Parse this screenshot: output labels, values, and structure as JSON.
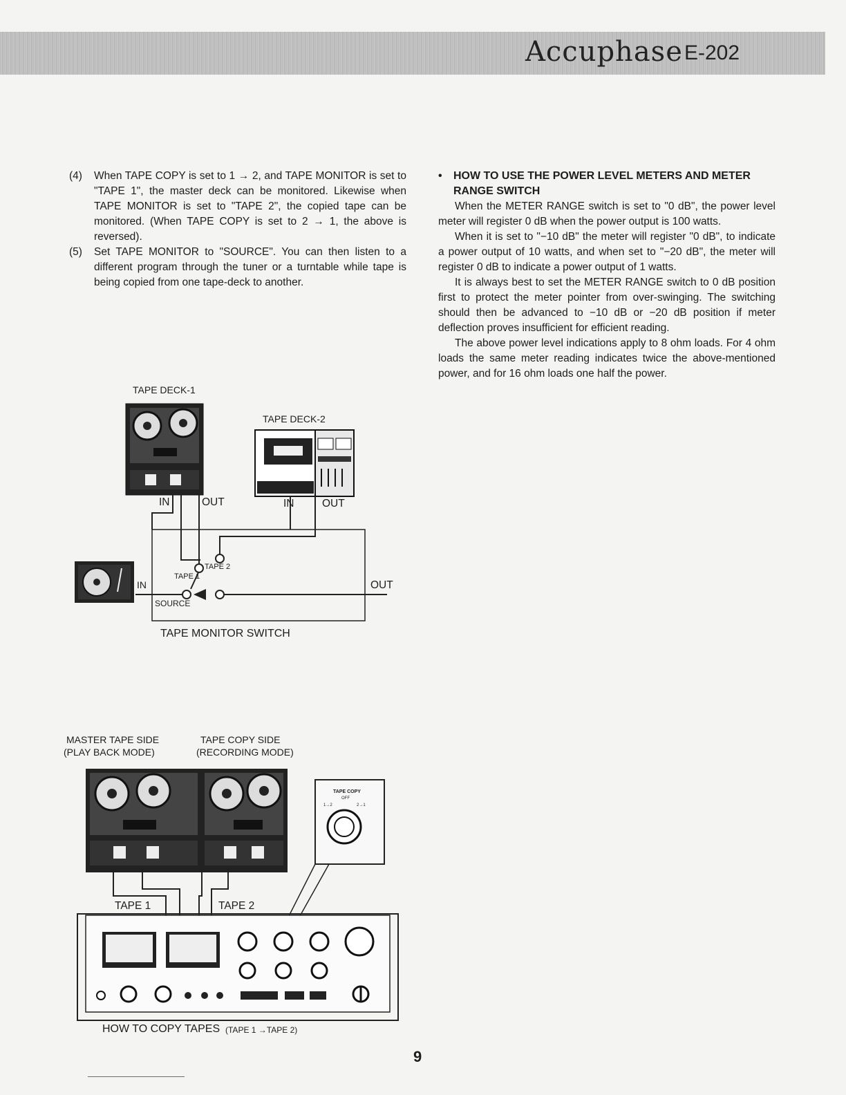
{
  "header": {
    "brand": "Accuphase",
    "model": "E-202"
  },
  "left_items": [
    {
      "num": "(4)",
      "text": "When TAPE COPY is set to 1 → 2, and TAPE MONITOR is set to \"TAPE 1\", the master deck can be monitored. Likewise when TAPE MONITOR is set to \"TAPE 2\", the copied tape can be monitored. (When TAPE COPY is set to 2 → 1, the above is reversed)."
    },
    {
      "num": "(5)",
      "text": "Set TAPE MONITOR to \"SOURCE\". You can then listen to a different program through the tuner or a turntable while tape is being copied from one tape-deck to another."
    }
  ],
  "right": {
    "bullet": "•",
    "heading": "HOW TO USE THE POWER LEVEL METERS AND METER RANGE SWITCH",
    "paragraphs": [
      "When the METER RANGE switch is set to \"0 dB\", the power level meter will register 0 dB when the power output is 100 watts.",
      "When it is set to \"−10 dB\" the meter will register \"0 dB\", to indicate a power output of 10 watts, and when set to \"−20 dB\", the meter will register 0 dB to indicate a power output of 1 watts.",
      "It is always best to set the METER RANGE switch to 0 dB position first to protect the meter pointer from over-swinging. The switching should then be advanced to −10 dB or −20 dB position if meter deflection proves insufficient for efficient reading.",
      "The above power level indications apply to 8 ohm loads. For 4 ohm loads the same meter reading indicates twice the above-mentioned power, and for 16 ohm loads one half the power."
    ]
  },
  "diagram1": {
    "deck1": "TAPE DECK-1",
    "deck2": "TAPE DECK-2",
    "in1": "IN",
    "out1": "OUT",
    "in2": "IN",
    "out2": "OUT",
    "tape2": "TAPE 2",
    "tape1": "TAPE 1",
    "in_left": "IN",
    "out_right": "OUT",
    "source": "SOURCE",
    "caption": "TAPE MONITOR SWITCH"
  },
  "diagram2": {
    "master_line1": "MASTER TAPE SIDE",
    "master_line2": "(PLAY BACK MODE)",
    "copy_line1": "TAPE COPY SIDE",
    "copy_line2": "(RECORDING MODE)",
    "tape1": "TAPE 1",
    "tape2": "TAPE 2",
    "knob_title": "TAPE COPY",
    "knob_off": "OFF",
    "knob_left": "1→2",
    "knob_right": "2→1",
    "caption_main": "HOW TO COPY TAPES",
    "caption_sub": "(TAPE 1 →TAPE 2)"
  },
  "page_number": "9"
}
